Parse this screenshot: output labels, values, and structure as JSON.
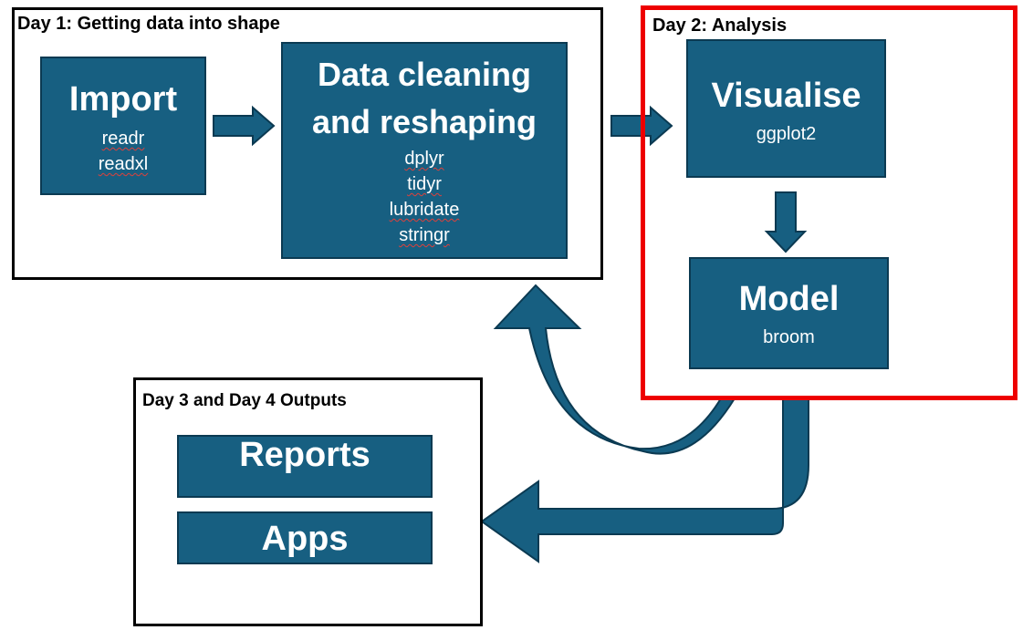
{
  "colors": {
    "box_fill": "#175f81",
    "box_border": "#0b3a52",
    "arrow_fill": "#175f81",
    "analysis_frame": "#ee0000",
    "frame": "#000000"
  },
  "day1": {
    "title": "Day 1: Getting data into shape",
    "import": {
      "title": "Import",
      "packages": [
        "readr",
        "readxl"
      ]
    },
    "cleaning": {
      "title_line1": "Data cleaning",
      "title_line2": "and reshaping",
      "packages": [
        "dplyr",
        "tidyr",
        "lubridate",
        "stringr"
      ]
    }
  },
  "day2": {
    "title": "Day 2: Analysis",
    "visualise": {
      "title": "Visualise",
      "package": "ggplot2"
    },
    "model": {
      "title": "Model",
      "package": "broom"
    }
  },
  "outputs": {
    "title": "Day 3 and Day 4 Outputs",
    "reports": "Reports",
    "apps": "Apps"
  }
}
